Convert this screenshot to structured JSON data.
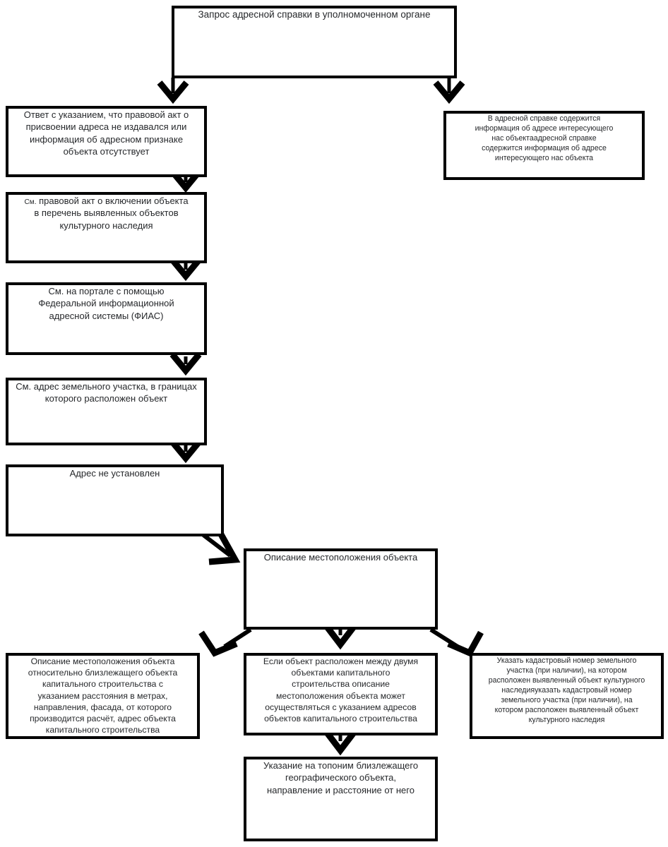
{
  "diagram": {
    "title_node": {
      "id": "request-address-certificate",
      "text": "Запрос адресной справки в уполномоченном органе"
    },
    "nodes": [
      {
        "id": "answer-no-legal-act",
        "text": "Ответ с указанием, что правовой акт о\nприсвоении адреса не издавался или\nинформация об адресном признаке\nобъекта отсутствует"
      },
      {
        "id": "address-certificate-contains",
        "text": "В адресной справке содержится\nинформация об адресе интересующего\nнас объектаадресной справке\nсодержится информация об адресе\nинтересующего нас объекта"
      },
      {
        "id": "see-legal-act-inclusion",
        "prefix": "См.",
        "text": " правовой акт о включении объекта\nв перечень выявленных объектов\nкультурного наследия"
      },
      {
        "id": "see-portal-fias",
        "text": "См. на портале с помощью\nФедеральной информационной\nадресной системы (ФИАС)"
      },
      {
        "id": "see-land-plot-address",
        "text": "См. адрес земельного участка, в границах\nкоторого расположен объект"
      },
      {
        "id": "address-not-established",
        "text": "Адрес не установлен"
      },
      {
        "id": "object-location-description",
        "text": "Описание местоположения объекта"
      },
      {
        "id": "description-relative-to-nearby",
        "text": "Описание местоположения объекта\nотносительно близлежащего объекта\nкапитального строительства с\nуказанием расстояния в метрах,\nнаправления, фасада, от которого\nпроизводится расчёт, адрес объекта\nкапитального строительства"
      },
      {
        "id": "between-two-objects",
        "text": "Если объект расположен между двумя\nобъектами капитального\nстроительства описание\nместоположения объекта может\nосуществляться с указанием адресов\nобъектов капитального строительства"
      },
      {
        "id": "cadastral-number",
        "text": "Указать кадастровый номер земельного\nучастка (при наличии), на котором\nрасположен выявленный объект культурного\nнаследияуказать кадастровый номер\nземельного участка (при наличии), на\nкотором расположен выявленный объект\nкультурного наследия"
      },
      {
        "id": "toponym-indication",
        "text": "Указание на топоним близлежащего\nгеографического объекта,\nнаправление и расстояние от него"
      }
    ],
    "style": {
      "stroke": "#000000",
      "fill": "#ffffff",
      "text": "#26282b"
    }
  }
}
